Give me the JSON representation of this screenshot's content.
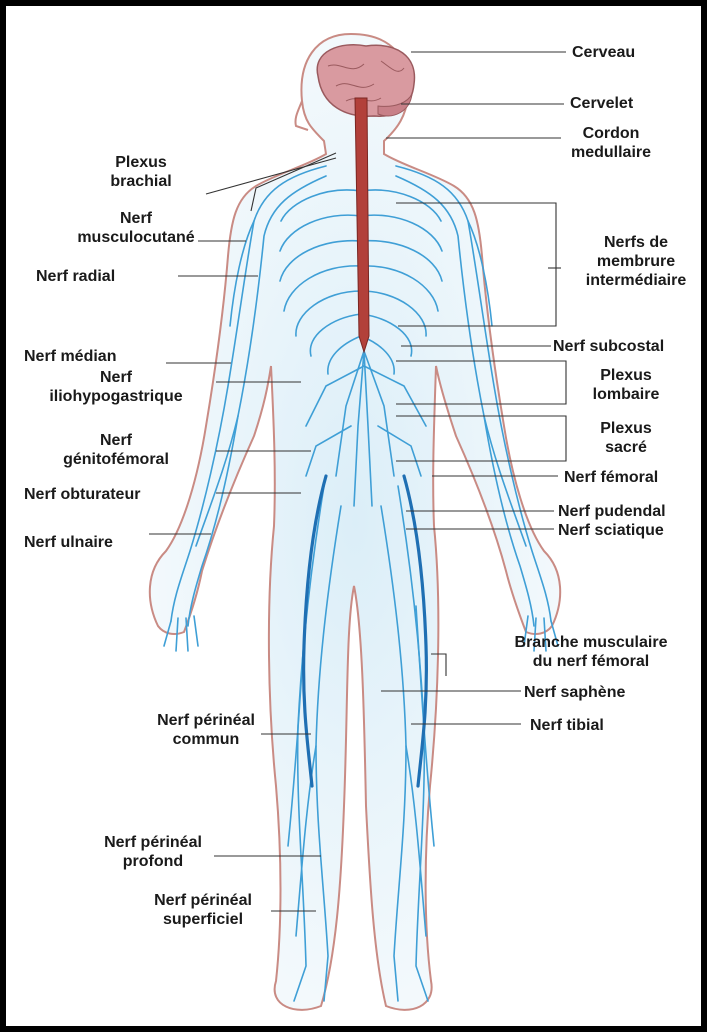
{
  "labels": {
    "cerveau": "Cerveau",
    "cervelet": "Cervelet",
    "cordon": [
      "Cordon",
      "medullaire"
    ],
    "plexus_brachial": [
      "Plexus",
      "brachial"
    ],
    "musculocutane": [
      "Nerf",
      "musculocutané"
    ],
    "radial": "Nerf radial",
    "membrure": [
      "Nerfs de",
      "membrure",
      "intermédiaire"
    ],
    "subcostal": "Nerf subcostal",
    "median": "Nerf médian",
    "iliohypogastrique": [
      "Nerf",
      "iliohypogastrique"
    ],
    "lombaire": [
      "Plexus",
      "lombaire"
    ],
    "sacre": [
      "Plexus",
      "sacré"
    ],
    "genitofemoral": [
      "Nerf",
      "génitofémoral"
    ],
    "femoral": "Nerf fémoral",
    "obturateur": "Nerf obturateur",
    "pudendal": "Nerf pudendal",
    "sciatique": "Nerf sciatique",
    "ulnaire": "Nerf ulnaire",
    "branche_musculaire": [
      "Branche musculaire",
      "du nerf fémoral"
    ],
    "saphene": "Nerf saphène",
    "tibial": "Nerf tibial",
    "perineal_commun": [
      "Nerf périnéal",
      "commun"
    ],
    "perineal_profond": [
      "Nerf périnéal",
      "profond"
    ],
    "perineal_superficiel": [
      "Nerf périnéal",
      "superficiel"
    ]
  },
  "colors": {
    "nerve": "#3f9fd6",
    "nerve_dark": "#1f6fb3",
    "spinal_cord": "#b2403a",
    "brain": "#d99aa0",
    "body_outline": "#c98b84",
    "leader_line": "#333333"
  }
}
